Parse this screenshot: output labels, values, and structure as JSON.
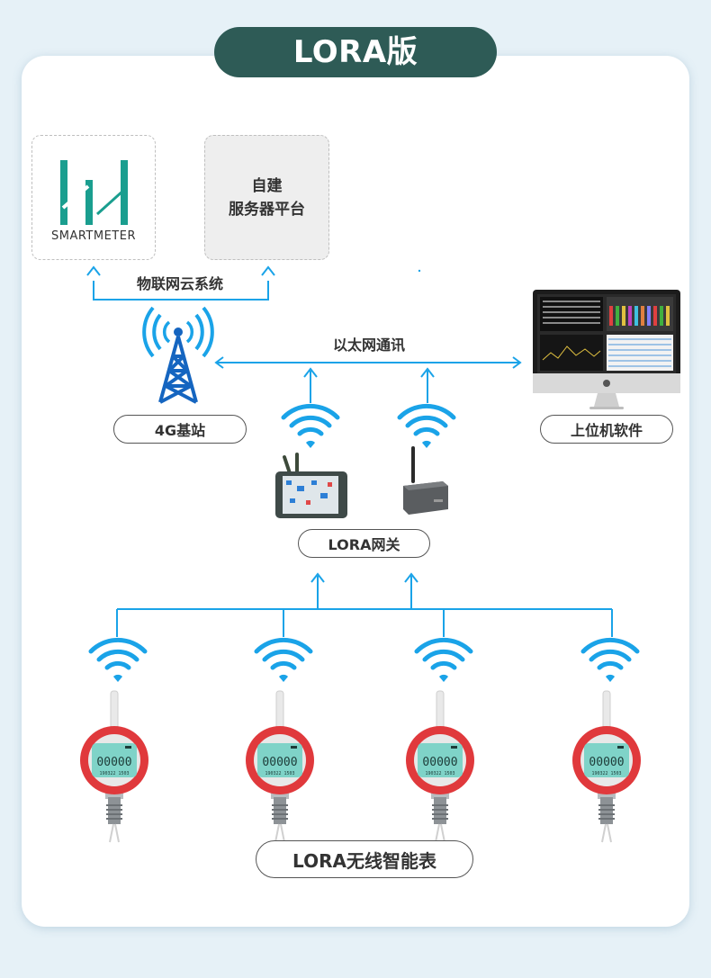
{
  "title": "LORA版",
  "logo": {
    "text": "SMARTMETER"
  },
  "server": {
    "line1": "自建",
    "line2": "服务器平台"
  },
  "labels": {
    "iot": "物联网云系统",
    "ethernet": "以太网通讯",
    "base_station": "4G基站",
    "software": "上位机软件",
    "gateway": "LORA网关",
    "meters": "LORA无线智能表"
  },
  "meter_display": {
    "digits": "00000",
    "sub": "190322 1503"
  },
  "colors": {
    "accent": "#2e5b56",
    "arrow": "#1aa3e8",
    "tower": "#1565c0",
    "meter_ring": "#e0393c",
    "lcd": "#7fd3c8",
    "logo": "#1a9e8f"
  },
  "icons": [
    "wifi-icon",
    "tower-icon",
    "monitor-icon",
    "gateway-icon",
    "meter-icon"
  ]
}
